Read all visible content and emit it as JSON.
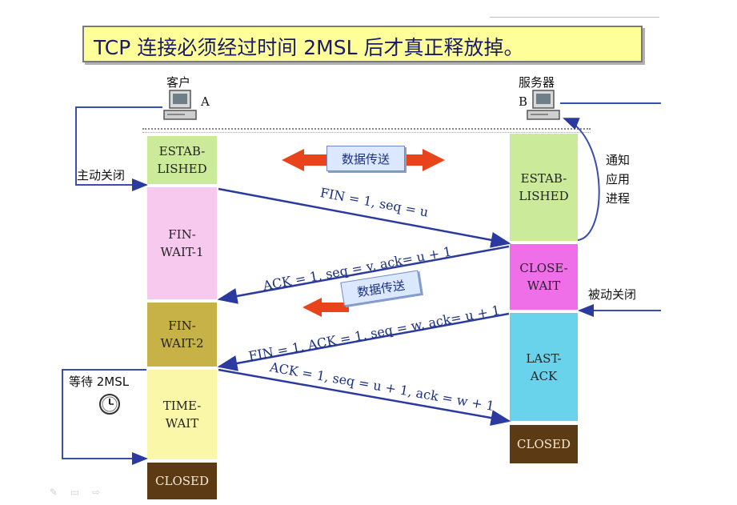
{
  "title": "TCP 连接必须经过时间 2MSL 后才真正释放掉。",
  "client": {
    "label": "客户",
    "letter": "A"
  },
  "server": {
    "label": "服务器",
    "letter": "B"
  },
  "side_labels": {
    "active_close": "主动关闭",
    "notify_app": "通知\n应用\n进程",
    "passive_close": "被动关闭",
    "wait_2msl": "等待 2MSL"
  },
  "client_states": [
    {
      "label": "ESTAB-\nLISHED",
      "color": "#cbeb9b"
    },
    {
      "label": "FIN-\nWAIT-1",
      "color": "#f7c9ee"
    },
    {
      "label": "FIN-\nWAIT-2",
      "color": "#c7b247"
    },
    {
      "label": "TIME-\nWAIT",
      "color": "#fbf7a9"
    },
    {
      "label": "CLOSED",
      "color": "#5b3a14"
    }
  ],
  "server_states": [
    {
      "label": "ESTAB-\nLISHED",
      "color": "#cbeb9b"
    },
    {
      "label": "CLOSE-\nWAIT",
      "color": "#ef6fe8"
    },
    {
      "label": "LAST-\nACK",
      "color": "#6ad3ec"
    },
    {
      "label": "CLOSED",
      "color": "#5b3a14"
    }
  ],
  "data_transfer_badges": [
    "数据传送",
    "数据传送"
  ],
  "messages": [
    "FIN = 1, seq = u",
    "ACK = 1, seq = v, ack= u + 1",
    "FIN = 1, ACK = 1, seq = w, ack= u + 1",
    "ACK = 1, seq = u + 1, ack = w + 1"
  ],
  "colors": {
    "arrow": "#2a3a9e",
    "bracket": "#3a4db0",
    "red_arrow": "#e8431a"
  }
}
